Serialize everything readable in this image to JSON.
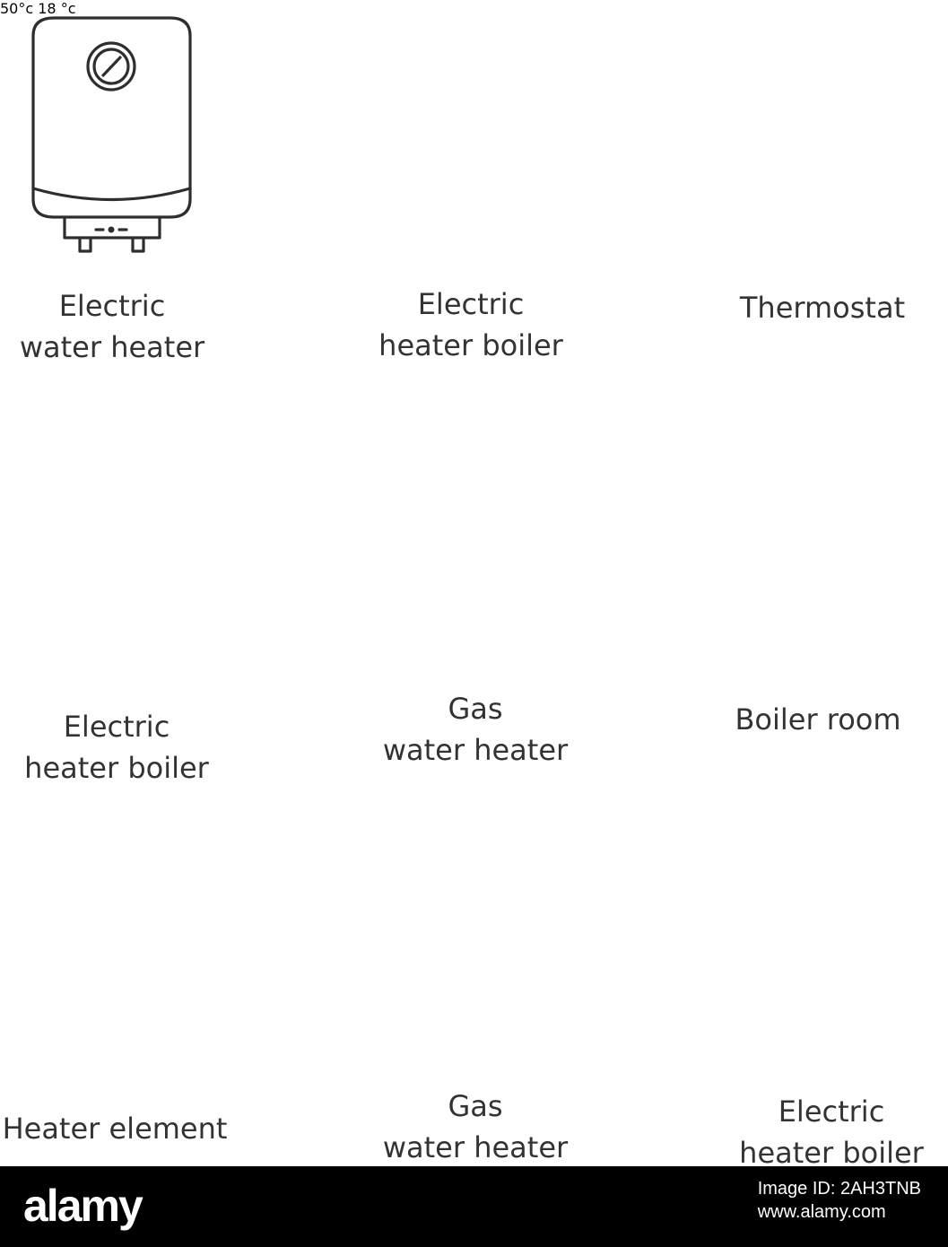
{
  "icons": [
    {
      "name": "electric-water-heater-icon",
      "label_lines": [
        "Electric",
        "water heater"
      ]
    },
    {
      "name": "electric-heater-boiler-icon",
      "label_lines": [
        "Electric",
        "heater boiler"
      ],
      "display_text": "50°c"
    },
    {
      "name": "thermostat-icon",
      "label_lines": [
        "Thermostat"
      ],
      "display_value": "18",
      "unit": "°c"
    },
    {
      "name": "electric-heater-boiler-2-icon",
      "label_lines": [
        "Electric",
        "heater boiler"
      ]
    },
    {
      "name": "gas-water-heater-icon",
      "label_lines": [
        "Gas",
        "water heater"
      ]
    },
    {
      "name": "boiler-room-icon",
      "label_lines": [
        "Boiler room"
      ]
    },
    {
      "name": "heater-element-icon",
      "label_lines": [
        "Heater element"
      ]
    },
    {
      "name": "gas-water-heater-2-icon",
      "label_lines": [
        "Gas",
        "water heater"
      ]
    },
    {
      "name": "electric-heater-boiler-3-icon",
      "label_lines": [
        "Electric",
        "heater boiler"
      ]
    }
  ],
  "footer": {
    "brand": "alamy",
    "image_id_line": "Image ID: 2AH3TNB",
    "url": "www.alamy.com"
  },
  "colors": {
    "line": "#2e2e2e",
    "text": "#333333",
    "footer_bg": "#000000",
    "footer_text": "#ffffff"
  }
}
